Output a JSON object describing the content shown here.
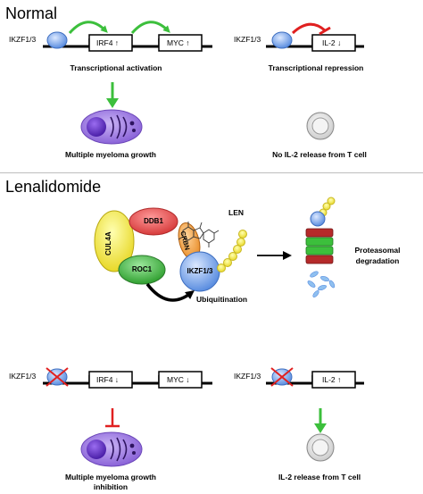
{
  "normal": {
    "title": "Normal",
    "left": {
      "protein": "IKZF1/3",
      "gene1": "IRF4",
      "gene1_arrow": "↑",
      "gene2": "MYC",
      "gene2_arrow": "↑",
      "caption": "Transcriptional activation",
      "outcome": "Multiple myeloma growth"
    },
    "right": {
      "protein": "IKZF1/3",
      "gene": "IL-2",
      "gene_arrow": "↓",
      "caption": "Transcriptional repression",
      "outcome": "No IL-2 release from T cell"
    }
  },
  "lenalidomide": {
    "title": "Lenalidomide",
    "complex": {
      "ddb1": "DDB1",
      "cul4a": "CUL4A",
      "crbn": "CRBN",
      "roc1": "ROC1",
      "ikzf": "IKZF1/3",
      "drug": "LEN",
      "process": "Ubiquitination"
    },
    "proteasome_label_1": "Proteasomal",
    "proteasome_label_2": "degradation",
    "left": {
      "protein": "IKZF1/3",
      "gene1": "IRF4",
      "gene1_arrow": "↓",
      "gene2": "MYC",
      "gene2_arrow": "↓",
      "outcome_1": "Multiple myeloma growth",
      "outcome_2": "inhibition"
    },
    "right": {
      "protein": "IKZF1/3",
      "gene": "IL-2",
      "gene_arrow": "↑",
      "outcome": "IL-2 release from T cell"
    }
  },
  "colors": {
    "ikzf_blue": "#6f9ee8",
    "activation_green": "#3cbf3c",
    "repression_red": "#e02020",
    "myeloma_purple": "#a07ee0",
    "ddb1_red": "#e65050",
    "cul4a_yellow": "#f0e040",
    "crbn_orange": "#f0a040",
    "roc1_green": "#40b040",
    "ubiquitin_yellow": "#f0e040"
  }
}
